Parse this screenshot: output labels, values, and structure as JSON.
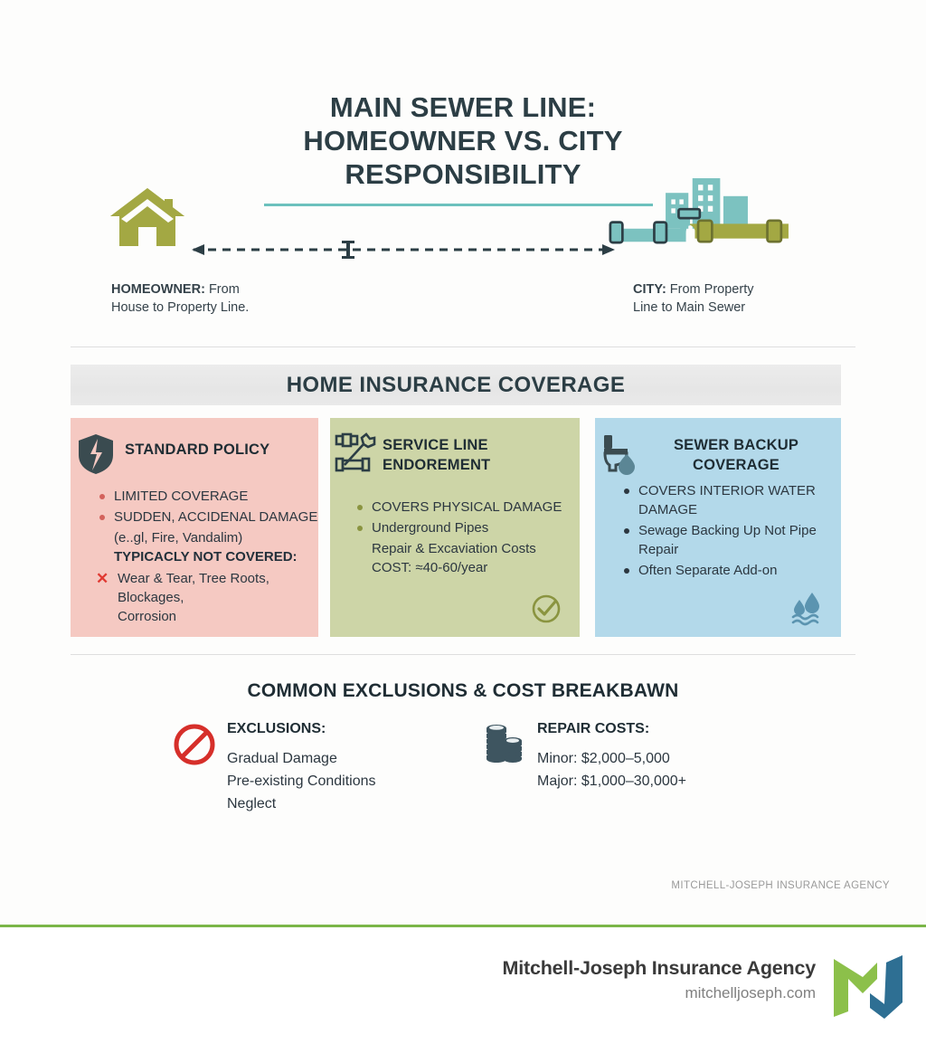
{
  "title": {
    "line1": "MAIN SEWER LINE:",
    "line2": "HOMEOWNER VS. CITY",
    "line3": "RESPONSIBILITY"
  },
  "diagram": {
    "house_icon": "house-icon",
    "city_icon": "city-skyline-icon",
    "pipe_icon": "sewer-pipe-icon",
    "arrow_icon": "dashed-arrow-icon",
    "property_line_marker": "property-line-marker-icon",
    "homeowner_caption_bold": "HOMEOWNER:",
    "homeowner_caption_rest": " From",
    "homeowner_caption_line2": "House to Property Line.",
    "city_caption_bold": "CITY:",
    "city_caption_rest": " From Property",
    "city_caption_line2": "Line to Main Sewer"
  },
  "banner": {
    "text": "HOME INSURANCE COVERAGE"
  },
  "cards": [
    {
      "id": "standard-policy",
      "title_line1": "STANDARD POLICY",
      "title_line2": "",
      "icon": "cracked-shield-icon",
      "bg": "#f5c9c2",
      "bullets": [
        "LIMITED COVERAGE",
        "SUDDEN, ACCIDENAL DAMAGE"
      ],
      "sub_line": "(e..gl, Fire, Vandalim)",
      "strong_line": "TYPICACLY NOT COVERED:",
      "x_mark": "✕",
      "x_lines": [
        "Wear & Tear, Tree Roots,",
        "Blockages,",
        "Corrosion"
      ]
    },
    {
      "id": "service-line-endorsement",
      "title_line1": "SERVICE LINE",
      "title_line2": "ENDOREMENT",
      "icon": "pipe-wrench-icon",
      "bg": "#cdd5a7",
      "bullets": [
        "COVERS PHYSICAL DAMAGE",
        "Underground Pipes"
      ],
      "sub_line": "Repair & Excaviation Costs",
      "cost_line": "COST: ≈40-60/year",
      "badge": "check-circle-icon"
    },
    {
      "id": "sewer-backup-coverage",
      "title_line1": "SEWER BACKUP",
      "title_line2": "COVERAGE",
      "icon": "toilet-water-drop-icon",
      "bg": "#b3d9ea",
      "bullets": [
        "COVERS INTERIOR WATER DAMAGE",
        "Sewage Backing Up Not Pipe Repair",
        "Often Separate Add-on"
      ],
      "badge": "water-waves-icon"
    }
  ],
  "section2": {
    "title": "COMMON EXCLUSIONS & COST BREAKBAWN",
    "exclusions": {
      "icon": "prohibition-icon",
      "heading": "EXCLUSIONS:",
      "lines": [
        "Gradual Damage",
        "Pre-existing Conditions",
        "Neglect"
      ]
    },
    "repair_costs": {
      "icon": "coin-stacks-icon",
      "heading": "REPAIR COSTS:",
      "lines": [
        "Minor: $2,000–5,000",
        "Major: $1,000–30,000+"
      ]
    }
  },
  "watermark": "MITCHELL-JOSEPH INSURANCE AGENCY",
  "footer": {
    "company": "Mitchell-Joseph Insurance Agency",
    "url": "mitchelljoseph.com",
    "logo": "mj-monogram-logo",
    "rule_color": "#7ab648",
    "logo_green": "#8cc04a",
    "logo_blue": "#2e6f93"
  },
  "colors": {
    "title": "#2c3e45",
    "teal": "#6cc1bd",
    "olive": "#a3a843",
    "card_pink": "#f5c9c2",
    "card_green": "#cdd5a7",
    "card_blue": "#b3d9ea",
    "red": "#e03a32"
  }
}
